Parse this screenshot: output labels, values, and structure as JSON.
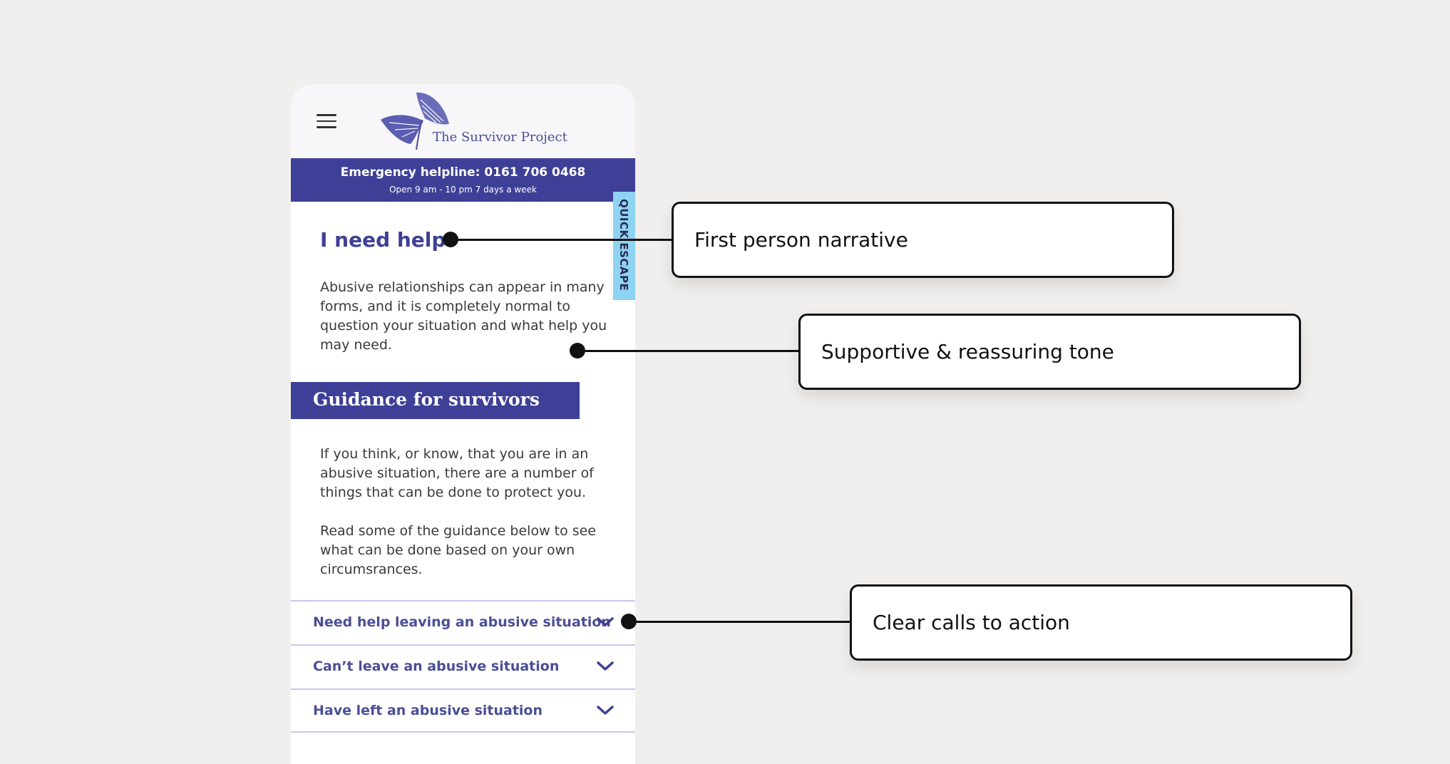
{
  "header": {
    "logo_text": "The Survivor Project",
    "menu_icon": "hamburger-menu-icon"
  },
  "helpline": {
    "label": "Emergency helpline: 0161 706 0468",
    "hours": "Open 9 am - 10 pm 7 days a week"
  },
  "quick_escape": {
    "label": "QUICK ESCAPE"
  },
  "page": {
    "title": "I need help",
    "intro": "Abusive relationships can appear in many forms, and it is completely normal to question your situation and what help you may need."
  },
  "guidance": {
    "title": "Guidance for survivors",
    "paragraph1": "If you think, or know, that you are in an abusive situation, there are a number of things that can be done to protect you.",
    "paragraph2": "Read some of the guidance below to see what can be done based on your own circumsrances."
  },
  "accordion": [
    {
      "label": "Need help leaving an abusive situation",
      "icon": "chevron-down-icon"
    },
    {
      "label": "Can’t leave an abusive situation",
      "icon": "chevron-down-icon"
    },
    {
      "label": "Have left an abusive situation",
      "icon": "chevron-down-icon"
    }
  ],
  "callouts": [
    {
      "text": "First person narrative"
    },
    {
      "text": "Supportive & reassuring tone"
    },
    {
      "text": "Clear calls to action"
    }
  ],
  "colors": {
    "primary": "#3e3f96",
    "quick_escape": "#8ed3f2",
    "background": "#f0efed",
    "divider": "#cbc6ec"
  }
}
